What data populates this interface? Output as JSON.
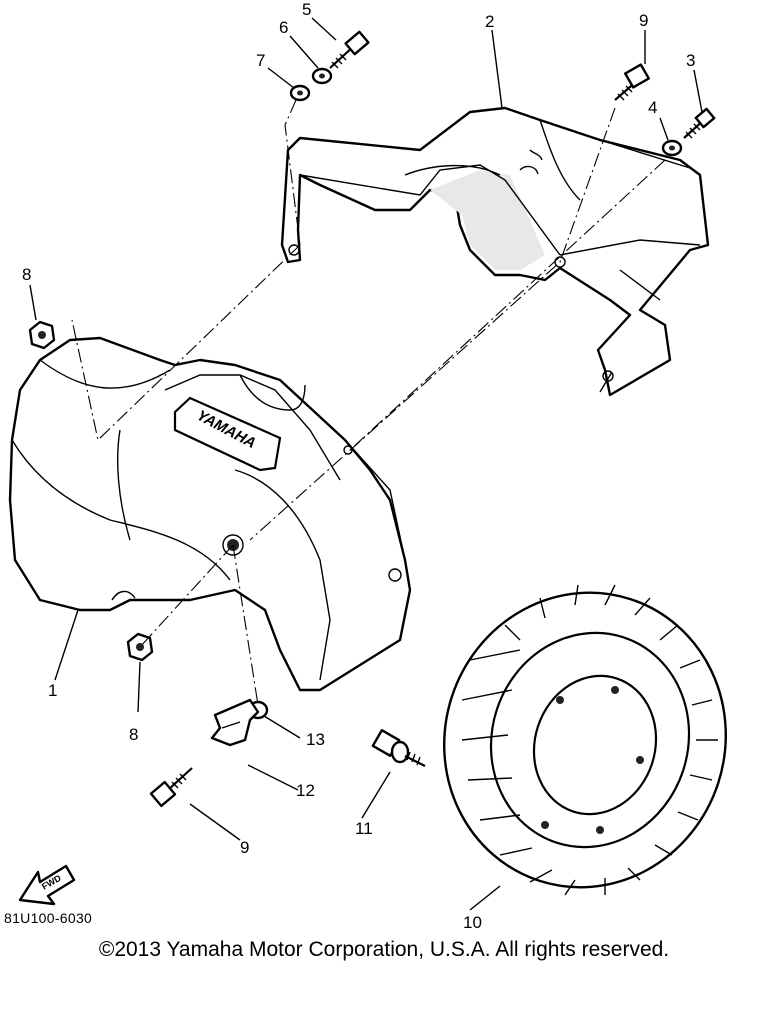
{
  "diagram": {
    "callouts": {
      "c1": "1",
      "c2": "2",
      "c3": "3",
      "c4": "4",
      "c5": "5",
      "c6": "6",
      "c7": "7",
      "c8a": "8",
      "c8b": "8",
      "c9a": "9",
      "c9b": "9",
      "c10": "10",
      "c11": "11",
      "c12": "12",
      "c13": "13"
    },
    "emblem_text": "YAMAHA",
    "fwd_label": "FWD",
    "code": "81U100-6030"
  },
  "footer": {
    "copyright": "©2013 Yamaha Motor Corporation, U.S.A. All rights reserved."
  }
}
